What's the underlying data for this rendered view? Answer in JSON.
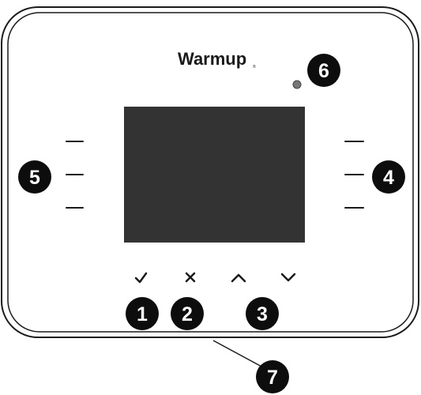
{
  "brand": {
    "name": "Warmup",
    "registered_mark": "®"
  },
  "device": {
    "body_color": "#ffffff",
    "outline_color": "#1a1a1a",
    "screen_color": "#333333",
    "led_color": "#777777"
  },
  "buttons": [
    {
      "key": "confirm",
      "icon": "check-icon"
    },
    {
      "key": "cancel",
      "icon": "close-icon"
    },
    {
      "key": "up",
      "icon": "chevron-up-icon"
    },
    {
      "key": "down",
      "icon": "chevron-down-icon"
    }
  ],
  "callouts": [
    {
      "number": "1"
    },
    {
      "number": "2"
    },
    {
      "number": "3"
    },
    {
      "number": "4"
    },
    {
      "number": "5"
    },
    {
      "number": "6"
    },
    {
      "number": "7"
    }
  ]
}
